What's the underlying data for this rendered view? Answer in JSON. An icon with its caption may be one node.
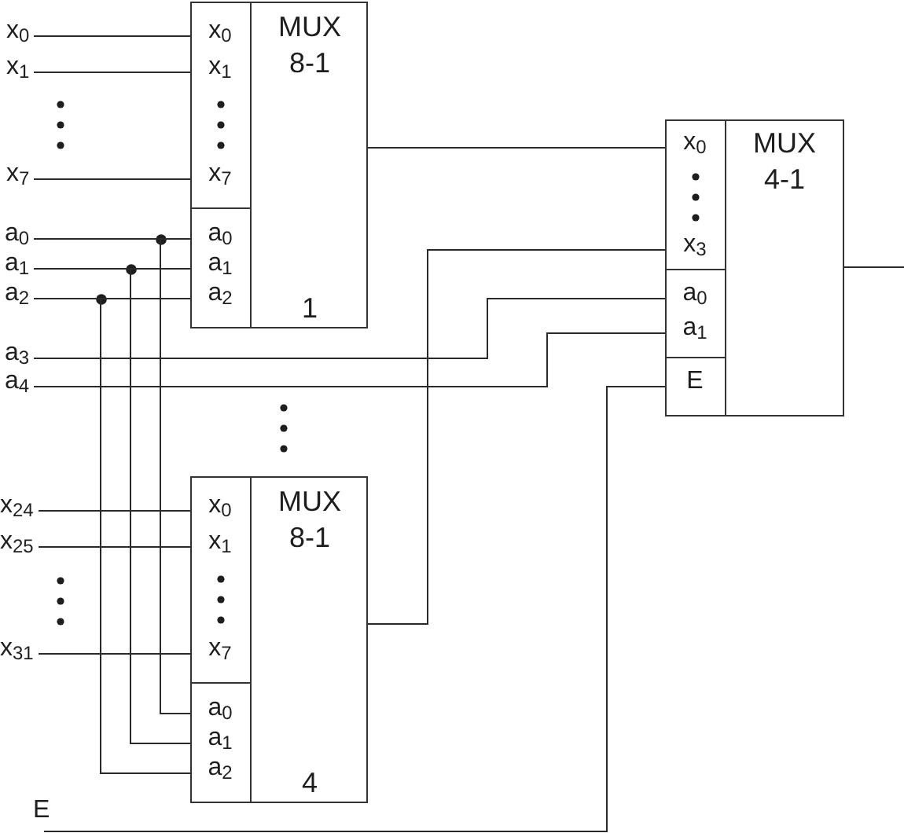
{
  "diagram": {
    "nodes": [
      {
        "text": [
          "x$_{0}$"
        ]
      },
      {
        "text": [
          "x$_{1}$"
        ]
      },
      {
        "text": [
          "x$_{7}$"
        ]
      },
      {
        "text": [
          "MUX 8-1",
          "1"
        ]
      },
      {
        "text": [
          "x$_{0}$",
          "x$_{1}$",
          "x$_{7}$"
        ],
        "in": 3
      },
      {
        "text": [
          "a$_{0}$",
          "a$_{1}$",
          "a$_{2}$"
        ],
        "in": 3
      },
      {
        "text": [
          "a$_{0}$"
        ]
      },
      {
        "text": [
          "a$_{1}$"
        ]
      },
      {
        "text": [
          "a$_{2}$"
        ]
      },
      {
        "text": [
          "a$_{3}$"
        ]
      },
      {
        "text": [
          "a$_{4}$"
        ]
      },
      {
        "text": [
          "MUX 4-1"
        ]
      },
      {
        "text": [
          "x$_{0}$",
          "x$_{3}$"
        ],
        "in": 11
      },
      {
        "text": [
          "a$_{0}$",
          "a$_{1}$"
        ],
        "in": 11
      },
      {
        "text": [
          "E"
        ],
        "in": 11
      },
      {
        "text": [
          "x$_{24}$"
        ]
      },
      {
        "text": [
          "x$_{25}$"
        ]
      },
      {
        "text": [
          "x$_{31}$"
        ]
      },
      {
        "text": [
          "MUX 8-1",
          "4"
        ]
      },
      {
        "text": [
          "x$_{0}$",
          "x$_{1}$",
          "x$_{7}$"
        ],
        "in": 18
      },
      {
        "text": [
          "a$_{0}$",
          "a$_{1}$",
          "a$_{2}$"
        ],
        "in": 18
      },
      {
        "text": [
          "E"
        ]
      }
    ],
    "edges": [
      {
        "from": 0,
        "to": 4,
        "arrow": "none"
      },
      {
        "from": 1,
        "to": 4,
        "arrow": "none"
      },
      {
        "from": 2,
        "to": 4,
        "arrow": "none"
      },
      {
        "from": 6,
        "to": 5,
        "arrow": "none"
      },
      {
        "from": 7,
        "to": 5,
        "arrow": "none"
      },
      {
        "from": 8,
        "to": 5,
        "arrow": "none"
      },
      {
        "from": 6,
        "to": 20,
        "arrow": "none"
      },
      {
        "from": 7,
        "to": 20,
        "arrow": "none"
      },
      {
        "from": 8,
        "to": 20,
        "arrow": "none"
      },
      {
        "from": 9,
        "to": 13,
        "arrow": "none"
      },
      {
        "from": 10,
        "to": 13,
        "arrow": "none"
      },
      {
        "from": 3,
        "to": 12,
        "arrow": "none"
      },
      {
        "from": 18,
        "to": 12,
        "arrow": "none"
      },
      {
        "from": 21,
        "to": 14,
        "arrow": "none"
      },
      {
        "from": 15,
        "to": 19,
        "arrow": "none"
      },
      {
        "from": 16,
        "to": 19,
        "arrow": "none"
      },
      {
        "from": 17,
        "to": 19,
        "arrow": "none"
      },
      {
        "from": 11,
        "to": null,
        "arrow": "none"
      }
    ]
  }
}
